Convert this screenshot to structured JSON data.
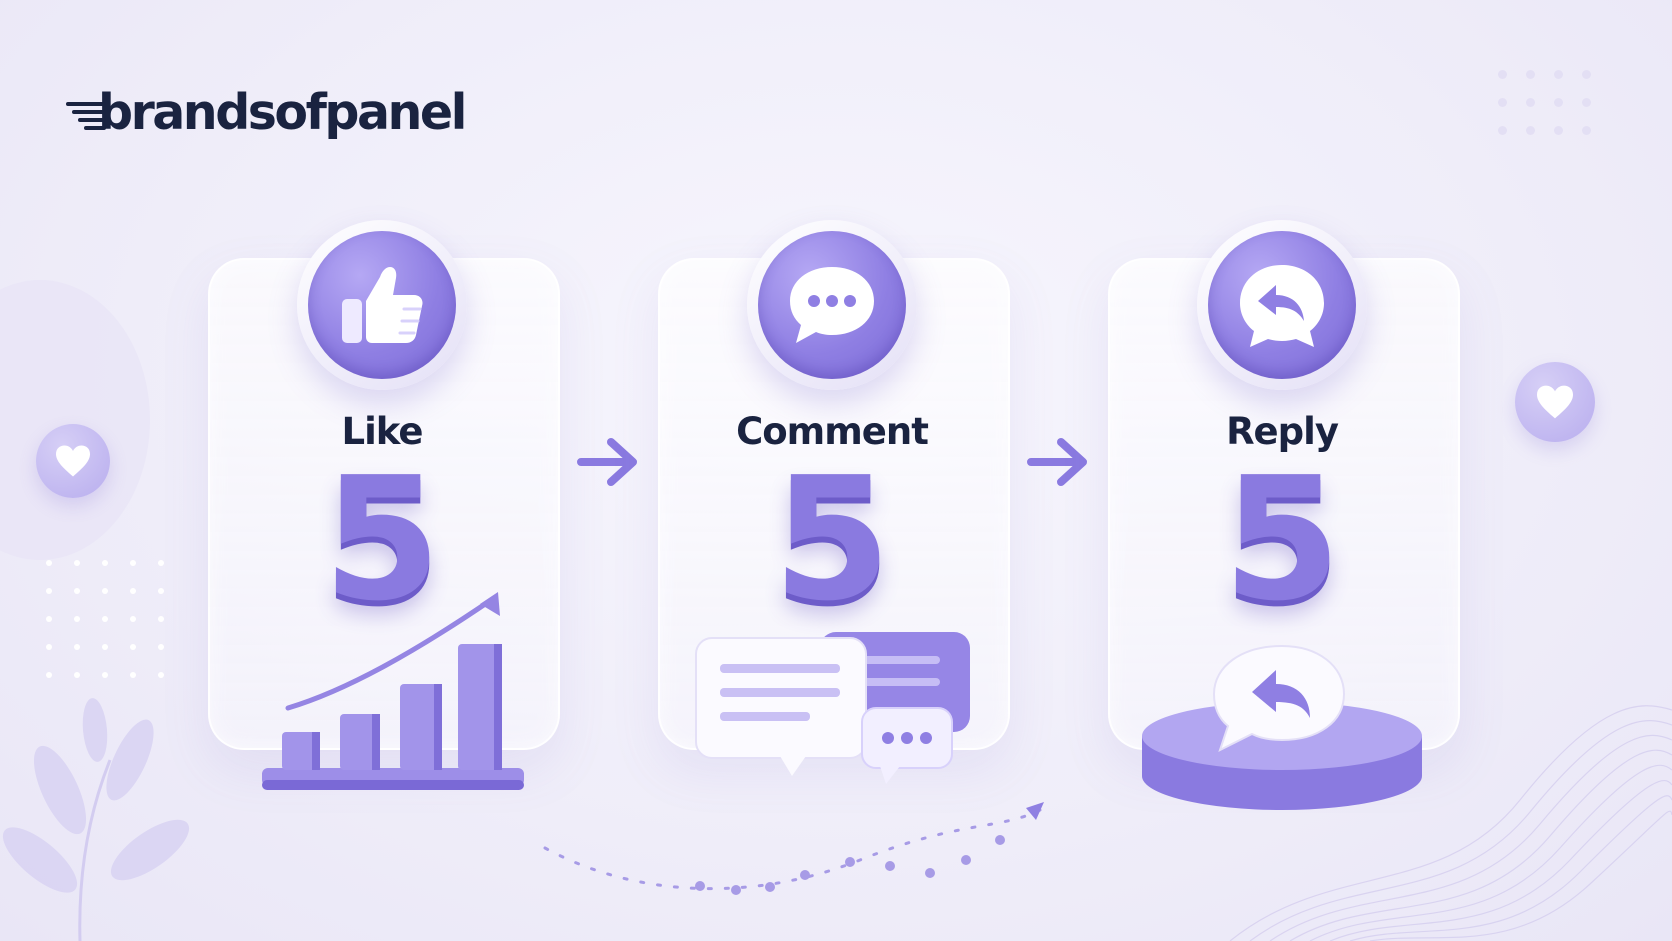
{
  "brand": {
    "name": "brandsofpanel"
  },
  "steps": [
    {
      "label": "Like",
      "count": "5",
      "icon": "thumbs-up-icon"
    },
    {
      "label": "Comment",
      "count": "5",
      "icon": "chat-bubble-icon"
    },
    {
      "label": "Reply",
      "count": "5",
      "icon": "reply-icon"
    }
  ],
  "colors": {
    "accent": "#8a7ae0",
    "accent_dark": "#6d5cc9",
    "text_dark": "#1a2340",
    "background": "#efedf9"
  }
}
